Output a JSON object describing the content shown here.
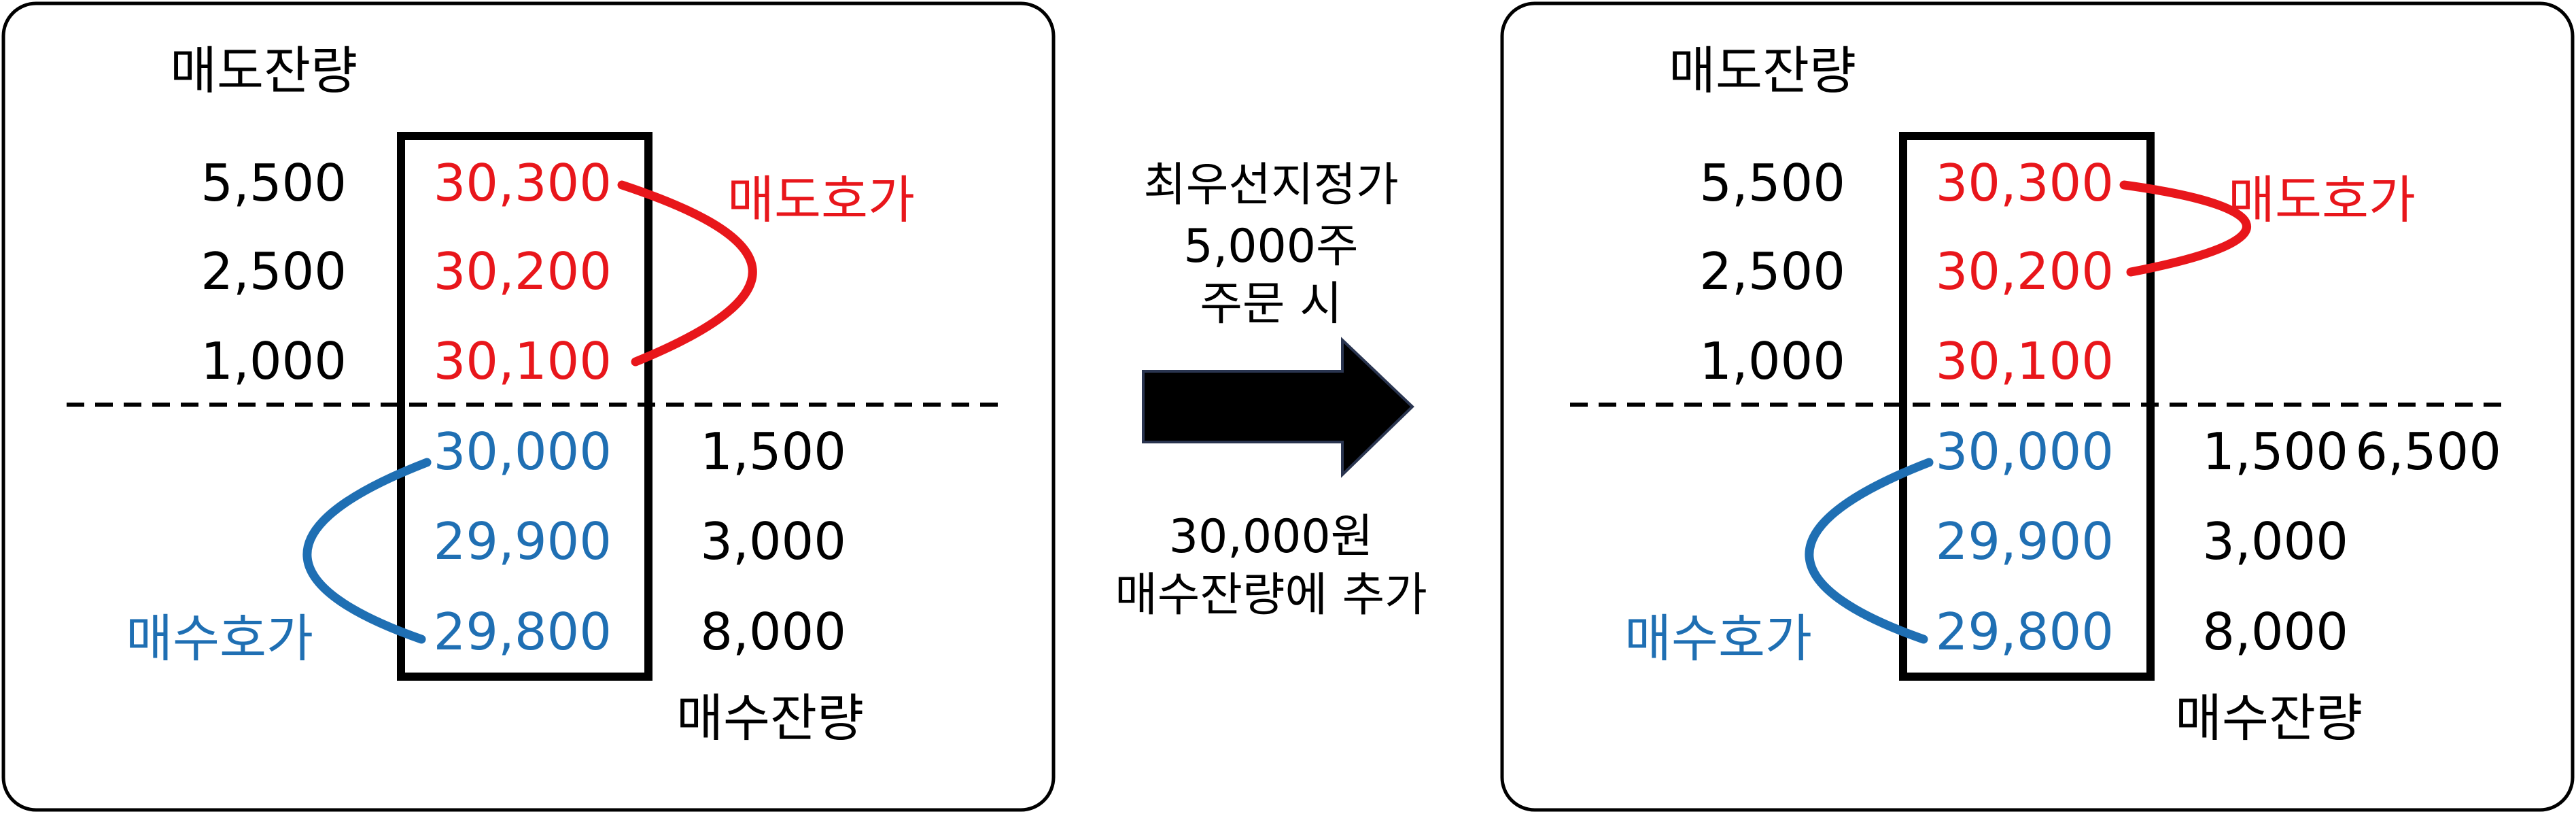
{
  "colors": {
    "ask": "#e8161b",
    "bid": "#1f6fb3",
    "text": "#000000",
    "frame": "#000000",
    "background": "#ffffff"
  },
  "before": {
    "ask_volume_label": "매도잔량",
    "bid_volume_label": "매수잔량",
    "ask_quote_label": "매도호가",
    "bid_quote_label": "매수호가",
    "asks": [
      {
        "price": "30,300",
        "volume": "5,500"
      },
      {
        "price": "30,200",
        "volume": "2,500"
      },
      {
        "price": "30,100",
        "volume": "1,000"
      }
    ],
    "bids": [
      {
        "price": "30,000",
        "volume": "1,500"
      },
      {
        "price": "29,900",
        "volume": "3,000"
      },
      {
        "price": "29,800",
        "volume": "8,000"
      }
    ]
  },
  "middle": {
    "line1": "최우선지정가",
    "line2": "5,000주",
    "line3": "주문 시",
    "line4": "30,000원",
    "line5": "매수잔량에 추가",
    "arrow_icon": "right-arrow-icon"
  },
  "after": {
    "ask_volume_label": "매도잔량",
    "bid_volume_label": "매수잔량",
    "ask_quote_label": "매도호가",
    "bid_quote_label": "매수호가",
    "asks": [
      {
        "price": "30,300",
        "volume": "5,500"
      },
      {
        "price": "30,200",
        "volume": "2,500"
      },
      {
        "price": "30,100",
        "volume": "1,000"
      }
    ],
    "bids": [
      {
        "price": "30,000",
        "volume": "1,500",
        "added": "6,500"
      },
      {
        "price": "29,900",
        "volume": "3,000"
      },
      {
        "price": "29,800",
        "volume": "8,000"
      }
    ]
  }
}
